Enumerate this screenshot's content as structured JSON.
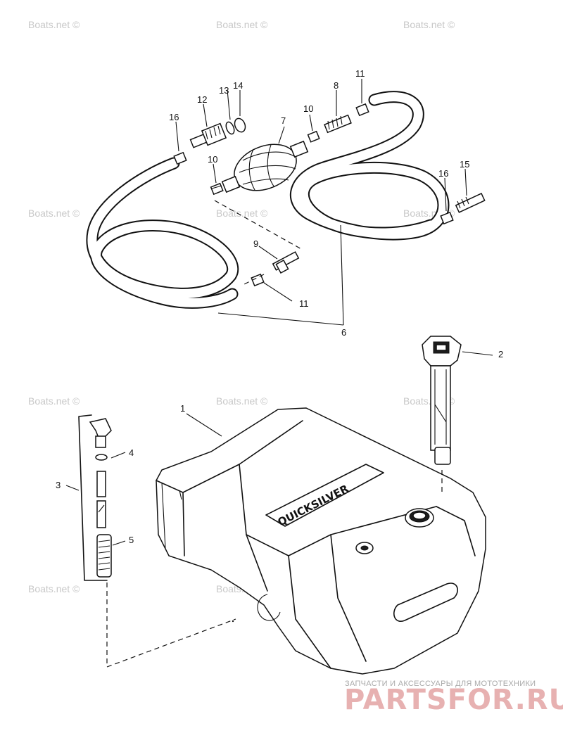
{
  "watermark": {
    "text": "Boats.net ©"
  },
  "brand_footer": {
    "tagline": "ЗАПЧАСТИ И АКСЕССУАРЫ ДЛЯ МОТОТЕХНИКИ",
    "logo": "PARTSFOR.RU"
  },
  "tank_label": "QUICKSILVER",
  "callouts": {
    "c1": "1",
    "c2": "2",
    "c3": "3",
    "c4": "4",
    "c5": "5",
    "c6": "6",
    "c7": "7",
    "c8": "8",
    "c9": "9",
    "c10a": "10",
    "c10b": "10",
    "c11a": "11",
    "c11b": "11",
    "c12": "12",
    "c13": "13",
    "c14": "14",
    "c15": "15",
    "c16a": "16",
    "c16b": "16"
  }
}
